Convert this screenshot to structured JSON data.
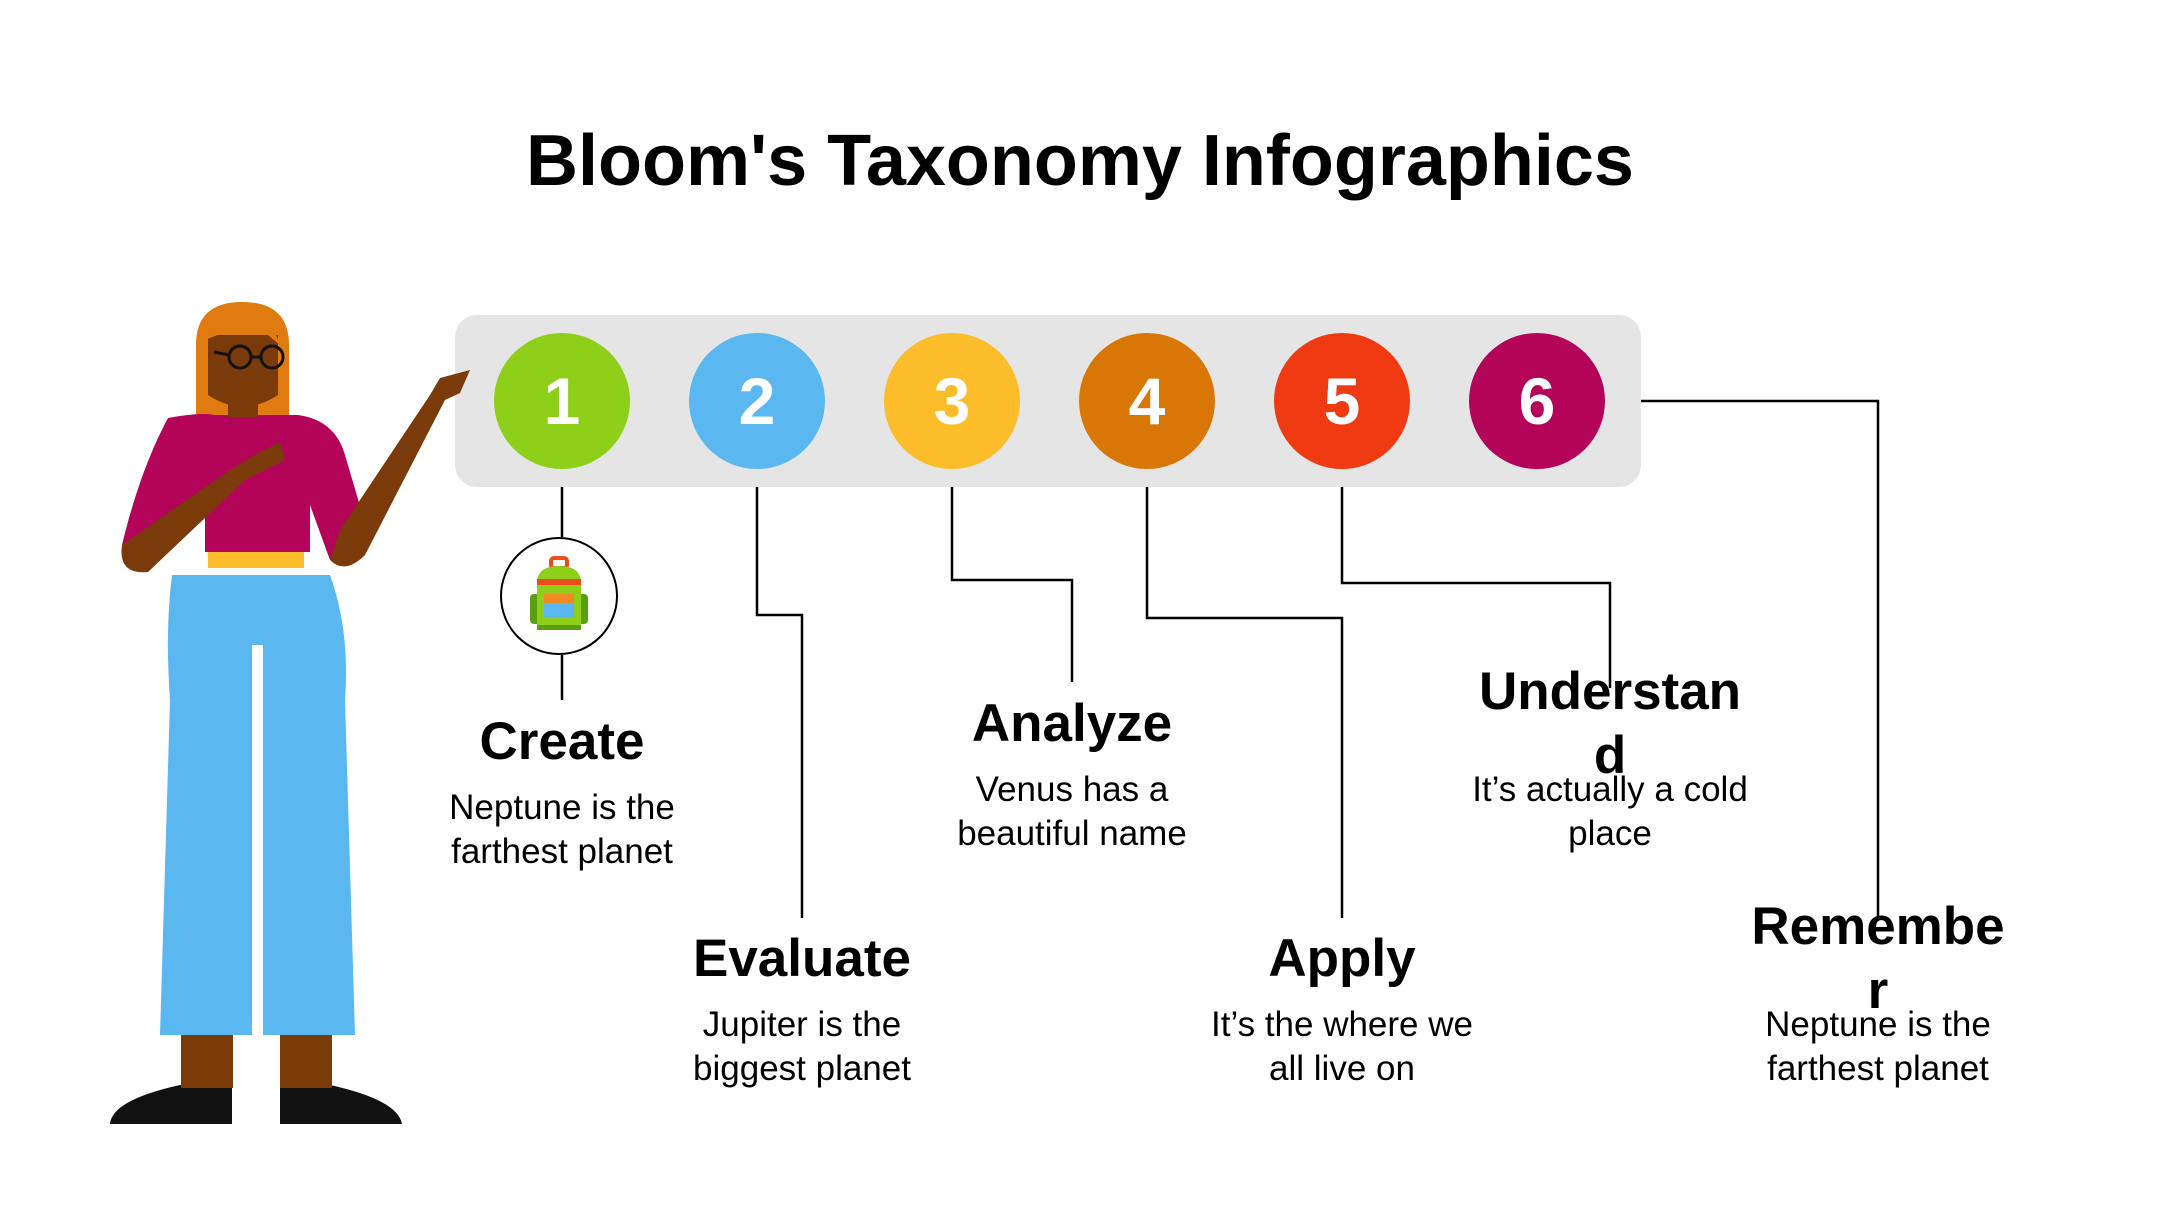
{
  "title": "Bloom's Taxonomy Infographics",
  "colors": {
    "bar": "#e5e5e5",
    "step1": "#8ecf1a",
    "step2": "#5bb7ef",
    "step3": "#fbbd2a",
    "step4": "#d97706",
    "step5": "#f03a12",
    "step6": "#b3045a"
  },
  "steps": [
    {
      "number": "1",
      "heading": "Create",
      "text": "Neptune is the farthest planet",
      "icon": "backpack-icon"
    },
    {
      "number": "2",
      "heading": "Evaluate",
      "text": "Jupiter is the biggest planet"
    },
    {
      "number": "3",
      "heading": "Analyze",
      "text": "Venus has a beautiful name"
    },
    {
      "number": "4",
      "heading": "Apply",
      "text": "It’s the where we all live on"
    },
    {
      "number": "5",
      "heading": "Understand",
      "text": "It’s actually a cold place"
    },
    {
      "number": "6",
      "heading": "Remember",
      "text": "Neptune is the farthest planet"
    }
  ]
}
